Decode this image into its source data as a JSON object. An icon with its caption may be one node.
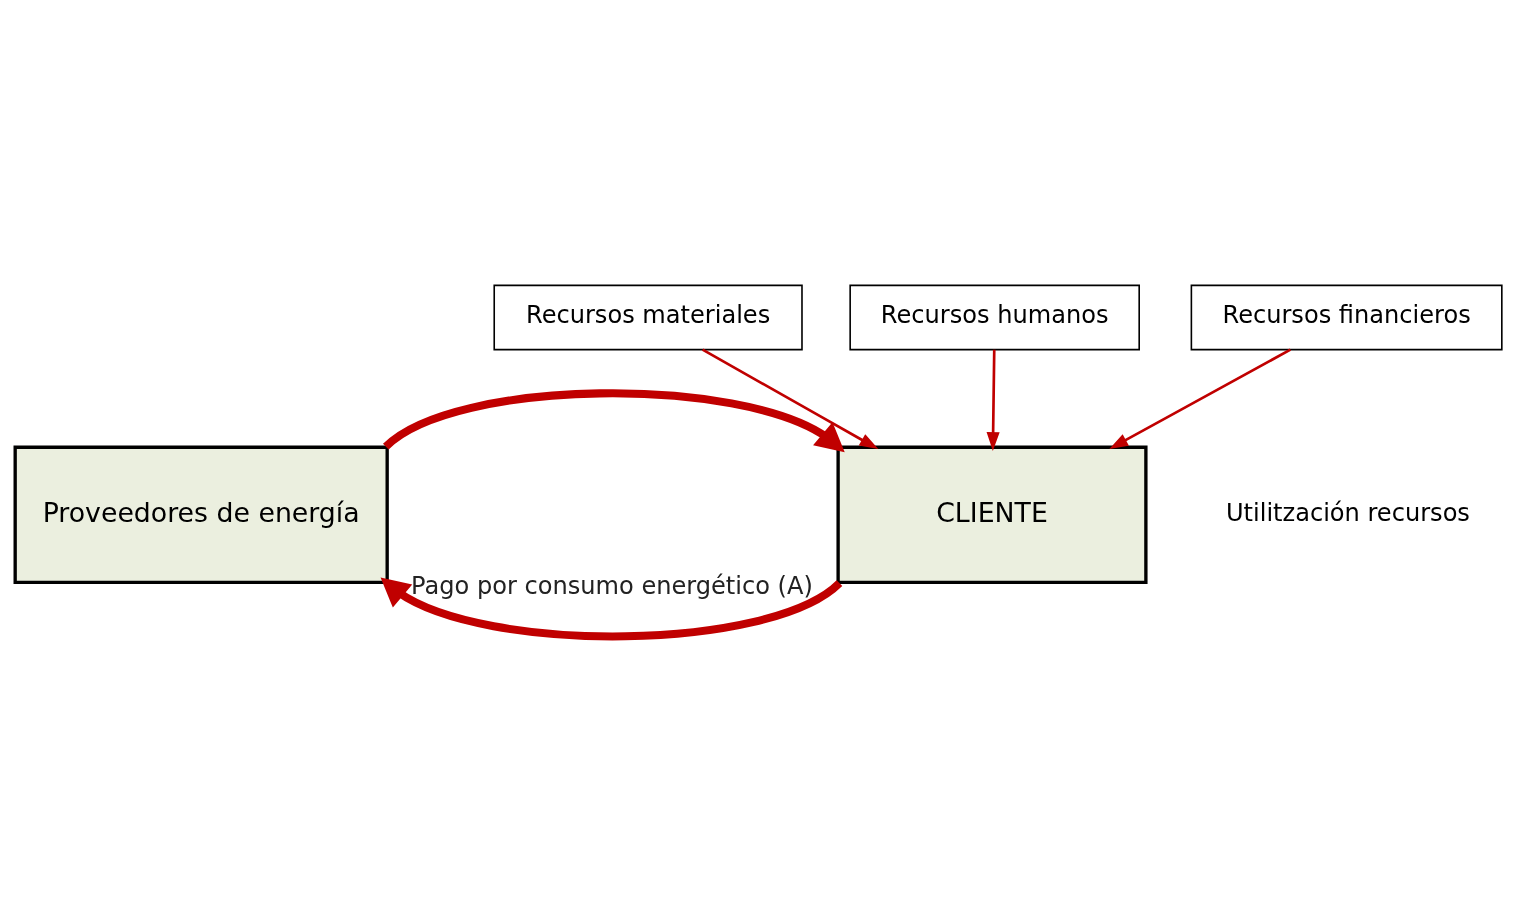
{
  "diagram": {
    "nodes": [
      {
        "text": [
          "Proveedores de energía"
        ]
      },
      {
        "text": [
          "CLIENTE"
        ]
      },
      {
        "text": [
          "Recursos materiales"
        ]
      },
      {
        "text": [
          "Recursos financieros"
        ]
      },
      {
        "text": [
          "Recursos humanos"
        ]
      }
    ],
    "edges": [
      {
        "from": 0,
        "to": 1,
        "arrow": "to",
        "style": "thick"
      },
      {
        "from": 1,
        "to": 0,
        "arrow": "to",
        "style": "thick",
        "label": "Pago por consumo energético (A)"
      },
      {
        "from": 2,
        "to": 1,
        "arrow": "to"
      },
      {
        "from": 3,
        "to": 1,
        "arrow": "to"
      },
      {
        "from": 4,
        "to": 1,
        "arrow": "to"
      }
    ],
    "labels": [
      "Utilitzación recursos"
    ]
  }
}
